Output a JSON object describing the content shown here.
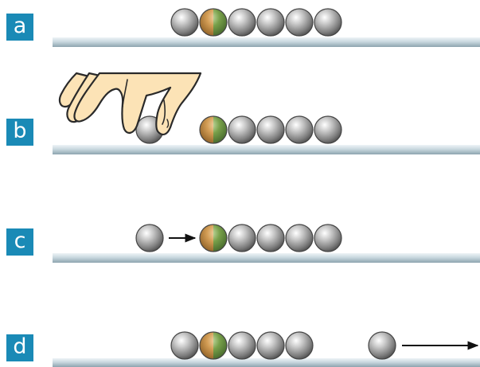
{
  "panels": [
    {
      "label": "a",
      "balls": [
        "gray",
        "half",
        "gray",
        "gray",
        "gray",
        "gray"
      ],
      "gap_ball": null,
      "hand": false,
      "arrow": "none"
    },
    {
      "label": "b",
      "balls": [
        "half",
        "gray",
        "gray",
        "gray",
        "gray"
      ],
      "gap_ball": "pulled-back",
      "hand": true,
      "arrow": "none"
    },
    {
      "label": "c",
      "balls": [
        "half",
        "gray",
        "gray",
        "gray",
        "gray"
      ],
      "gap_ball": "incoming",
      "hand": false,
      "arrow": "short"
    },
    {
      "label": "d",
      "balls": [
        "gray",
        "half",
        "gray",
        "gray",
        "gray"
      ],
      "gap_ball": "outgoing",
      "hand": false,
      "arrow": "long"
    }
  ],
  "colors": {
    "label_bg": "#1a8ab6",
    "label_text": "#ffffff",
    "track_top": "#dfe9ee",
    "track_bottom": "#93a9b4",
    "ball_gray": "#9a9a9a",
    "ball_orange": "#d29a52",
    "ball_green": "#6f9a45",
    "skin": "#fce3b6",
    "skin_outline": "#2a2a2a"
  }
}
